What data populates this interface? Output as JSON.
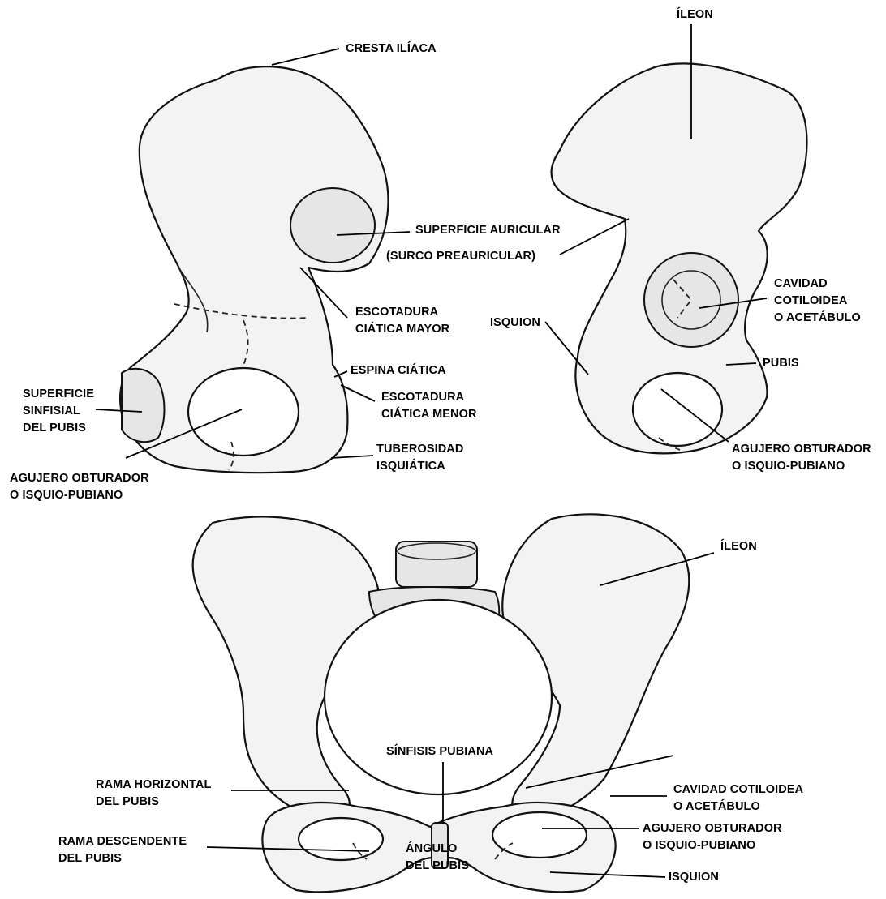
{
  "labels": {
    "cresta_iliaca": "CRESTA ILÍACA",
    "ileon_top": "ÍLEON",
    "superficie_auricular": "SUPERFICIE AURICULAR",
    "surco_preauricular": "(SURCO PREAURICULAR)",
    "escotadura_mayor": [
      "ESCOTADURA",
      "CIÁTICA MAYOR"
    ],
    "cavidad_top": [
      "CAVIDAD",
      "COTILOIDEA",
      "O ACETÁBULO"
    ],
    "isquion_right": "ISQUION",
    "espina_ciatica": "ESPINA CIÁTICA",
    "pubis": "PUBIS",
    "superficie_sinfisial": [
      "SUPERFICIE",
      "SINFISIAL",
      "DEL PUBIS"
    ],
    "escotadura_menor": [
      "ESCOTADURA",
      "CIÁTICA MENOR"
    ],
    "agujero_right": [
      "AGUJERO OBTURADOR",
      "O ISQUIO-PUBIANO"
    ],
    "tuberosidad": [
      "TUBEROSIDAD",
      "ISQUIÁTICA"
    ],
    "agujero_left": [
      "AGUJERO OBTURADOR",
      "O ISQUIO-PUBIANO"
    ],
    "ileon_bottom": "ÍLEON",
    "sinfisis": "SÍNFISIS PUBIANA",
    "rama_horizontal": [
      "RAMA HORIZONTAL",
      "DEL PUBIS"
    ],
    "cavidad_bottom": [
      "CAVIDAD COTILOIDEA",
      "O ACETÁBULO"
    ],
    "rama_descendente": [
      "RAMA DESCENDENTE",
      "DEL PUBIS"
    ],
    "angulo": [
      "ÁNGULO",
      "DEL PUBIS"
    ],
    "agujero_bottom": [
      "AGUJERO OBTURADOR",
      "O ISQUIO-PUBIANO"
    ],
    "isquion_bottom": "ISQUION"
  },
  "colors": {
    "ink": "#000000",
    "bone_fill": "#f3f3f3",
    "background": "#ffffff"
  }
}
